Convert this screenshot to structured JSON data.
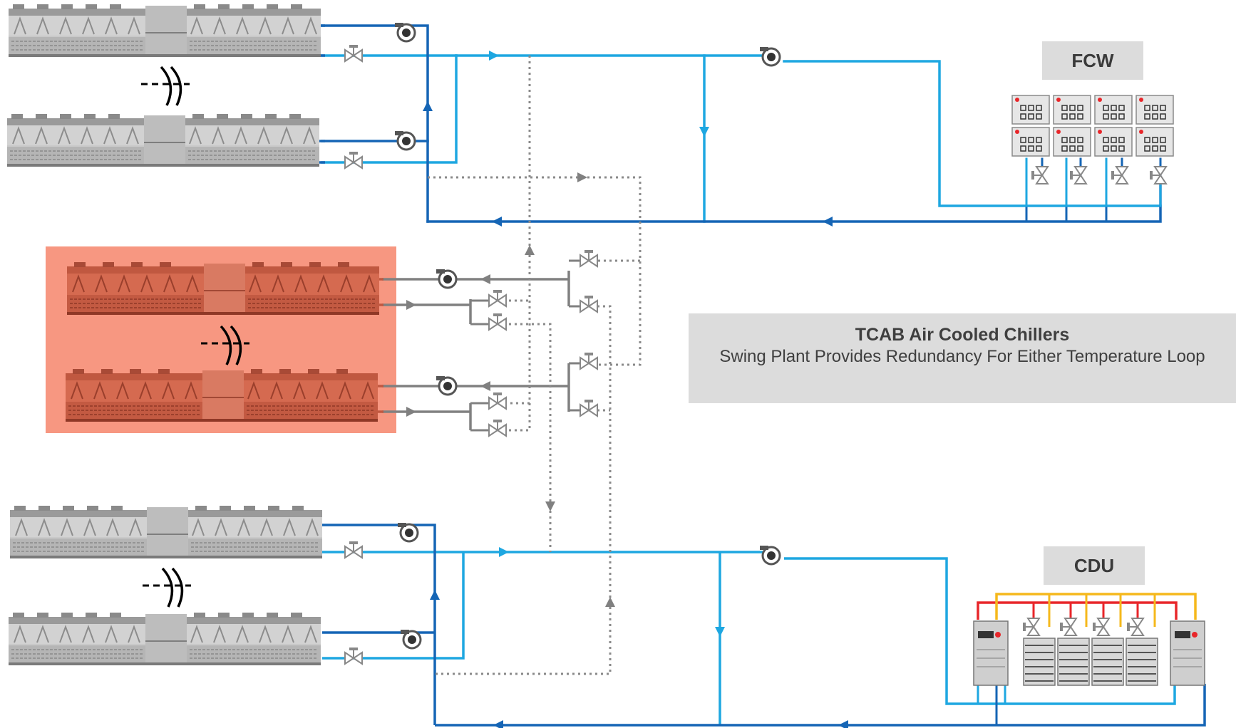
{
  "labels": {
    "fcw": "FCW",
    "cdu": "CDU"
  },
  "info": {
    "title": "TCAB Air Cooled Chillers",
    "subtitle": "Swing Plant Provides Redundancy For Either Temperature Loop"
  },
  "colors": {
    "supply_light_blue": "#1ea7e1",
    "return_dark_blue": "#1565b5",
    "swing_gray": "#808080",
    "swing_panel": "#f79781",
    "hot_red": "#e8262a",
    "cool_yellow": "#f5b81c",
    "label_bg": "#dcdcdc"
  },
  "components": {
    "chillers_fcw": 2,
    "chillers_swing": 2,
    "chillers_cdu": 2,
    "fcw_units": 8,
    "cdu_racks": 4,
    "cdu_cabinets": 2
  }
}
